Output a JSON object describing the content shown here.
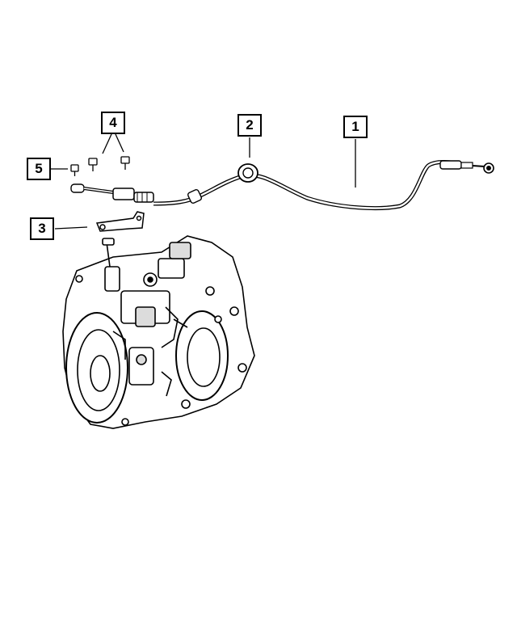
{
  "diagram": {
    "callouts": [
      {
        "id": "1",
        "label": "1"
      },
      {
        "id": "2",
        "label": "2"
      },
      {
        "id": "3",
        "label": "3"
      },
      {
        "id": "4",
        "label": "4"
      },
      {
        "id": "5",
        "label": "5"
      }
    ],
    "colors": {
      "line": "#000000",
      "background": "#ffffff",
      "fill": "#ffffff",
      "shade": "#dcdcdc"
    }
  }
}
